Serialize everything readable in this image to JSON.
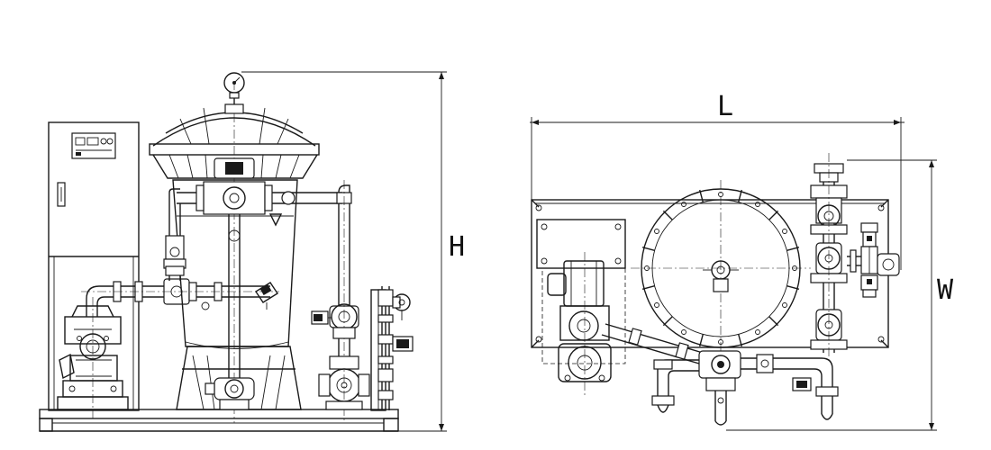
{
  "dimensions": {
    "height_label": "H",
    "length_label": "L",
    "width_label": "W"
  },
  "colors": {
    "line": "#1a1a1a",
    "background": "#ffffff"
  }
}
